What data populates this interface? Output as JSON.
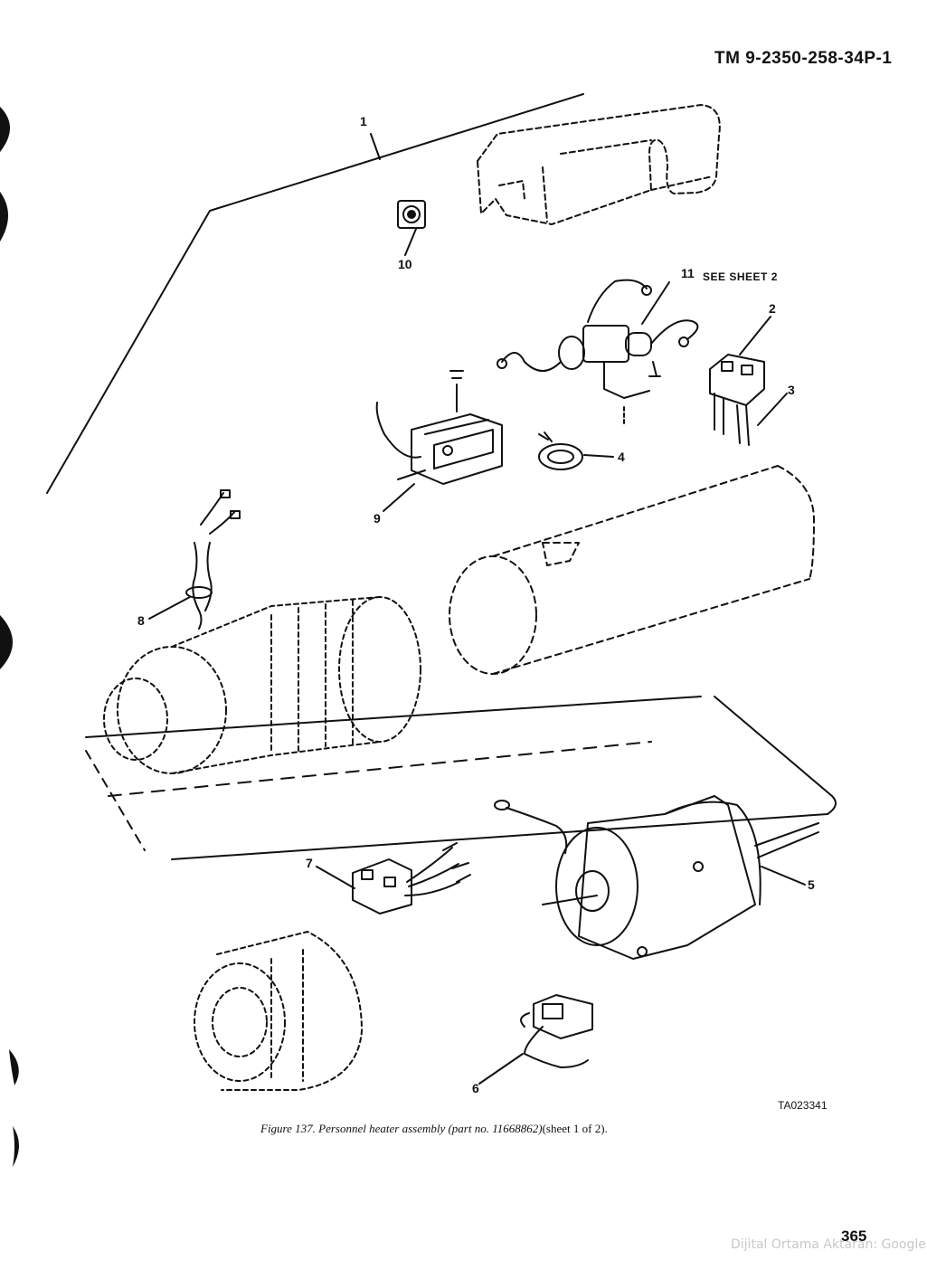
{
  "header": {
    "doc_number": "TM 9-2350-258-34P-1"
  },
  "callouts": {
    "c1": "1",
    "c2": "2",
    "c3": "3",
    "c4": "4",
    "c5": "5",
    "c6": "6",
    "c7": "7",
    "c8": "8",
    "c9": "9",
    "c10": "10",
    "c11": "11",
    "c11_note": "SEE SHEET 2"
  },
  "figure": {
    "art_id": "TA023341",
    "caption_italic": "Figure 137.  Personnel heater assembly (part no. 11668862)",
    "caption_plain": "(sheet 1 of 2)."
  },
  "page_number": "365",
  "watermark": "Dijital Ortama Aktaran: Google"
}
